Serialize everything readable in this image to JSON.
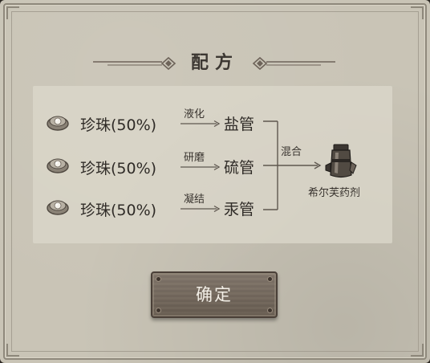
{
  "dialog": {
    "title": "配方",
    "confirm_label": "确定"
  },
  "recipe": {
    "rows": [
      {
        "ingredient": "珍珠(50%)",
        "process": "液化",
        "result": "盐管",
        "icon": "pearl-icon"
      },
      {
        "ingredient": "珍珠(50%)",
        "process": "研磨",
        "result": "硫管",
        "icon": "pearl-icon"
      },
      {
        "ingredient": "珍珠(50%)",
        "process": "凝结",
        "result": "汞管",
        "icon": "pearl-icon"
      }
    ],
    "combine_label": "混合",
    "product": "希尔芙药剂",
    "product_icon": "potion-icon"
  },
  "colors": {
    "background": "#c9c4b6",
    "panel": "#dbd7cb",
    "text": "#2f2b27",
    "button": "#6f6357",
    "button_text": "#f2eee6"
  }
}
